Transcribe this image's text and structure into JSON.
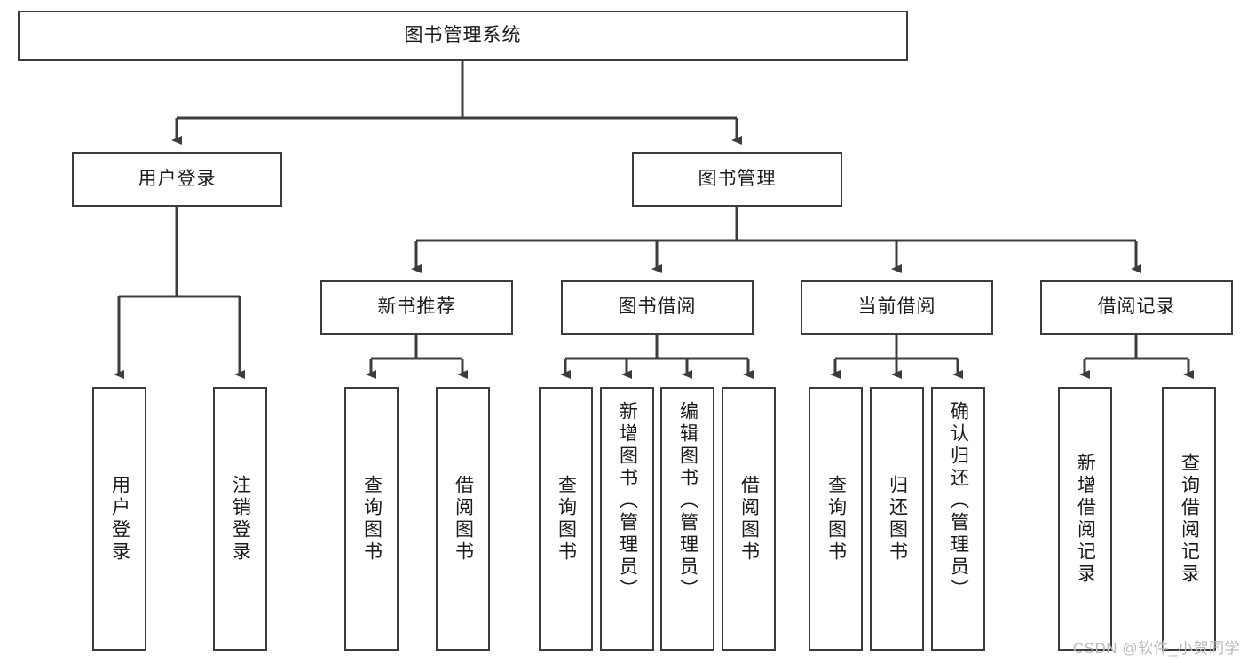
{
  "diagram": {
    "title": "图书管理系统",
    "type": "tree-hierarchy",
    "watermark": "CSDN @软件_小贺同学",
    "root": {
      "label": "图书管理系统"
    },
    "level2": [
      {
        "label": "用户登录"
      },
      {
        "label": "图书管理"
      }
    ],
    "level3": [
      {
        "label": "新书推荐"
      },
      {
        "label": "图书借阅"
      },
      {
        "label": "当前借阅"
      },
      {
        "label": "借阅记录"
      }
    ],
    "leaves": {
      "user_login": [
        {
          "label": "用户登录"
        },
        {
          "label": "注销登录"
        }
      ],
      "new_book_recommend": [
        {
          "label": "查询图书"
        },
        {
          "label": "借阅图书"
        }
      ],
      "book_borrow": [
        {
          "label": "查询图书"
        },
        {
          "label": "新增图书（管理员）"
        },
        {
          "label": "编辑图书（管理员）"
        },
        {
          "label": "借阅图书"
        }
      ],
      "current_borrow": [
        {
          "label": "查询图书"
        },
        {
          "label": "归还图书"
        },
        {
          "label": "确认归还（管理员）"
        }
      ],
      "borrow_record": [
        {
          "label": "新增借阅记录"
        },
        {
          "label": "查询借阅记录"
        }
      ]
    },
    "colors": {
      "stroke": "#3c3c3c",
      "box_fill": "#ffffff",
      "text": "#1a1a1a",
      "watermark": "#b9b9b9",
      "background": "#ffffff"
    }
  }
}
